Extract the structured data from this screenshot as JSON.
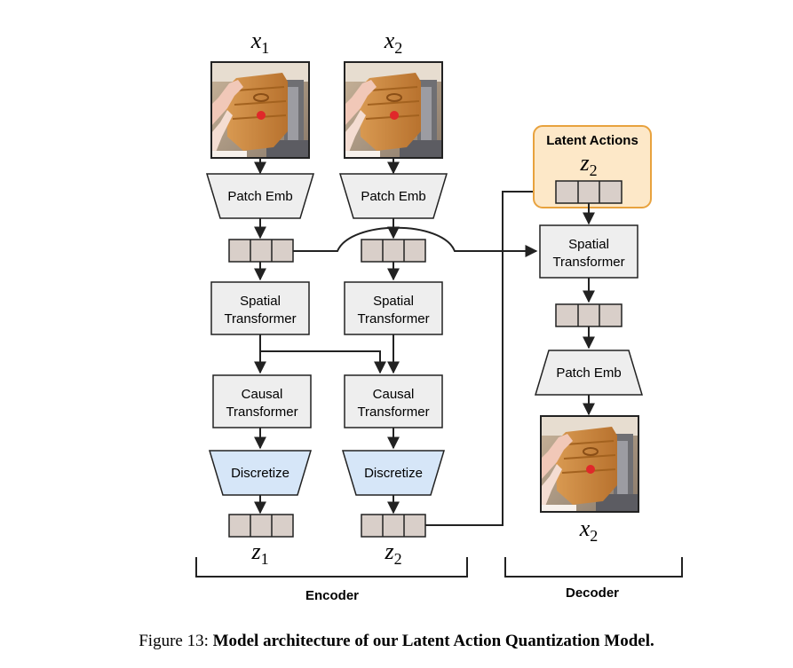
{
  "labels": {
    "x1": "x",
    "x1_sub": "1",
    "x2": "x",
    "x2_sub": "2",
    "z1": "z",
    "z1_sub": "1",
    "z2": "z",
    "z2_sub": "2",
    "latent_z2": "z",
    "latent_z2_sub": "2",
    "decoder_x2": "x",
    "decoder_x2_sub": "2"
  },
  "blocks": {
    "patch_emb": "Patch Emb",
    "spatial_l1": "Spatial",
    "spatial_l2": "Transformer",
    "causal_l1": "Causal",
    "causal_l2": "Transformer",
    "discretize": "Discretize",
    "latent_actions": "Latent Actions"
  },
  "sections": {
    "encoder": "Encoder",
    "decoder": "Decoder"
  },
  "caption": {
    "prefix": "Figure 13: ",
    "text": "Model architecture of our Latent Action Quantization Model."
  },
  "colors": {
    "block_fill": "#eeeeee",
    "token_fill": "#d9cfc9",
    "discretize_fill": "#d6e6f8",
    "latent_fill": "#fde8c8",
    "latent_border": "#e8a23e",
    "stroke": "#222222"
  }
}
